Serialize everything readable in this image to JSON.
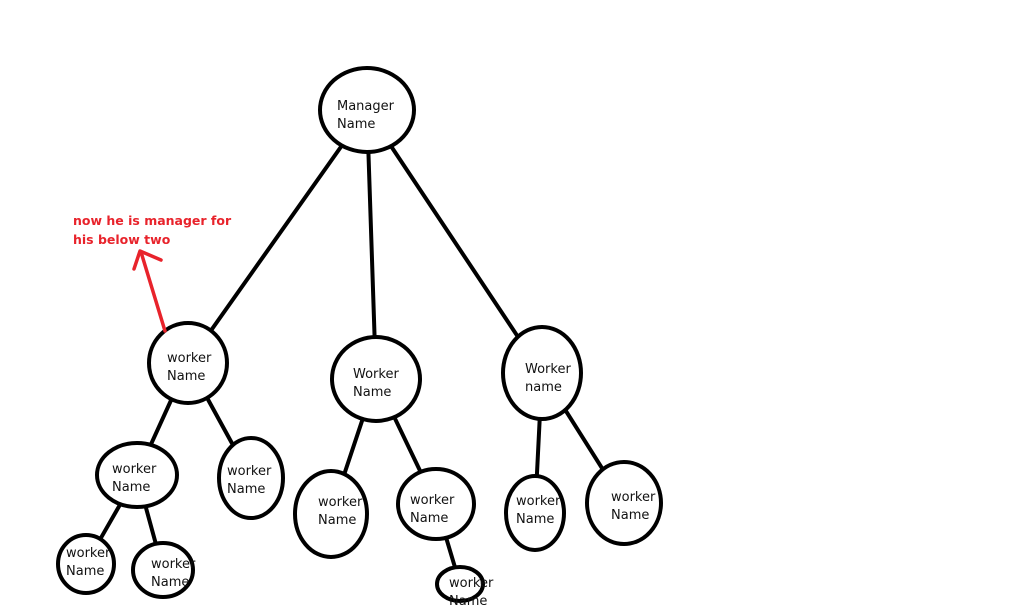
{
  "colors": {
    "stroke": "#000000",
    "text": "#111111",
    "annotation": "#e8232b",
    "background": "#ffffff"
  },
  "annotation": {
    "lines": [
      "now he is manager for",
      "his below two"
    ]
  },
  "nodes": [
    {
      "id": "manager",
      "lines": [
        "Manager",
        "Name"
      ]
    },
    {
      "id": "w-left",
      "lines": [
        "worker",
        "Name"
      ]
    },
    {
      "id": "w-middle",
      "lines": [
        "Worker",
        "Name"
      ]
    },
    {
      "id": "w-right",
      "lines": [
        "Worker",
        "name"
      ]
    },
    {
      "id": "w-left-left",
      "lines": [
        "worker",
        "Name"
      ]
    },
    {
      "id": "w-left-right",
      "lines": [
        "worker",
        "Name"
      ]
    },
    {
      "id": "w-left-left-a",
      "lines": [
        "worker",
        "Name"
      ]
    },
    {
      "id": "w-left-left-b",
      "lines": [
        "worker",
        "Name"
      ]
    },
    {
      "id": "w-middle-left",
      "lines": [
        "worker",
        "Name"
      ]
    },
    {
      "id": "w-middle-right",
      "lines": [
        "worker",
        "Name"
      ]
    },
    {
      "id": "w-middle-right-a",
      "lines": [
        "worker",
        "Name"
      ]
    },
    {
      "id": "w-right-left",
      "lines": [
        "worker",
        "Name"
      ]
    },
    {
      "id": "w-right-right",
      "lines": [
        "worker",
        "Name"
      ]
    }
  ],
  "edges": [
    {
      "from": "manager",
      "to": "w-left"
    },
    {
      "from": "manager",
      "to": "w-middle"
    },
    {
      "from": "manager",
      "to": "w-right"
    },
    {
      "from": "w-left",
      "to": "w-left-left"
    },
    {
      "from": "w-left",
      "to": "w-left-right"
    },
    {
      "from": "w-left-left",
      "to": "w-left-left-a"
    },
    {
      "from": "w-left-left",
      "to": "w-left-left-b"
    },
    {
      "from": "w-middle",
      "to": "w-middle-left"
    },
    {
      "from": "w-middle",
      "to": "w-middle-right"
    },
    {
      "from": "w-middle-right",
      "to": "w-middle-right-a"
    },
    {
      "from": "w-right",
      "to": "w-right-left"
    },
    {
      "from": "w-right",
      "to": "w-right-right"
    }
  ]
}
